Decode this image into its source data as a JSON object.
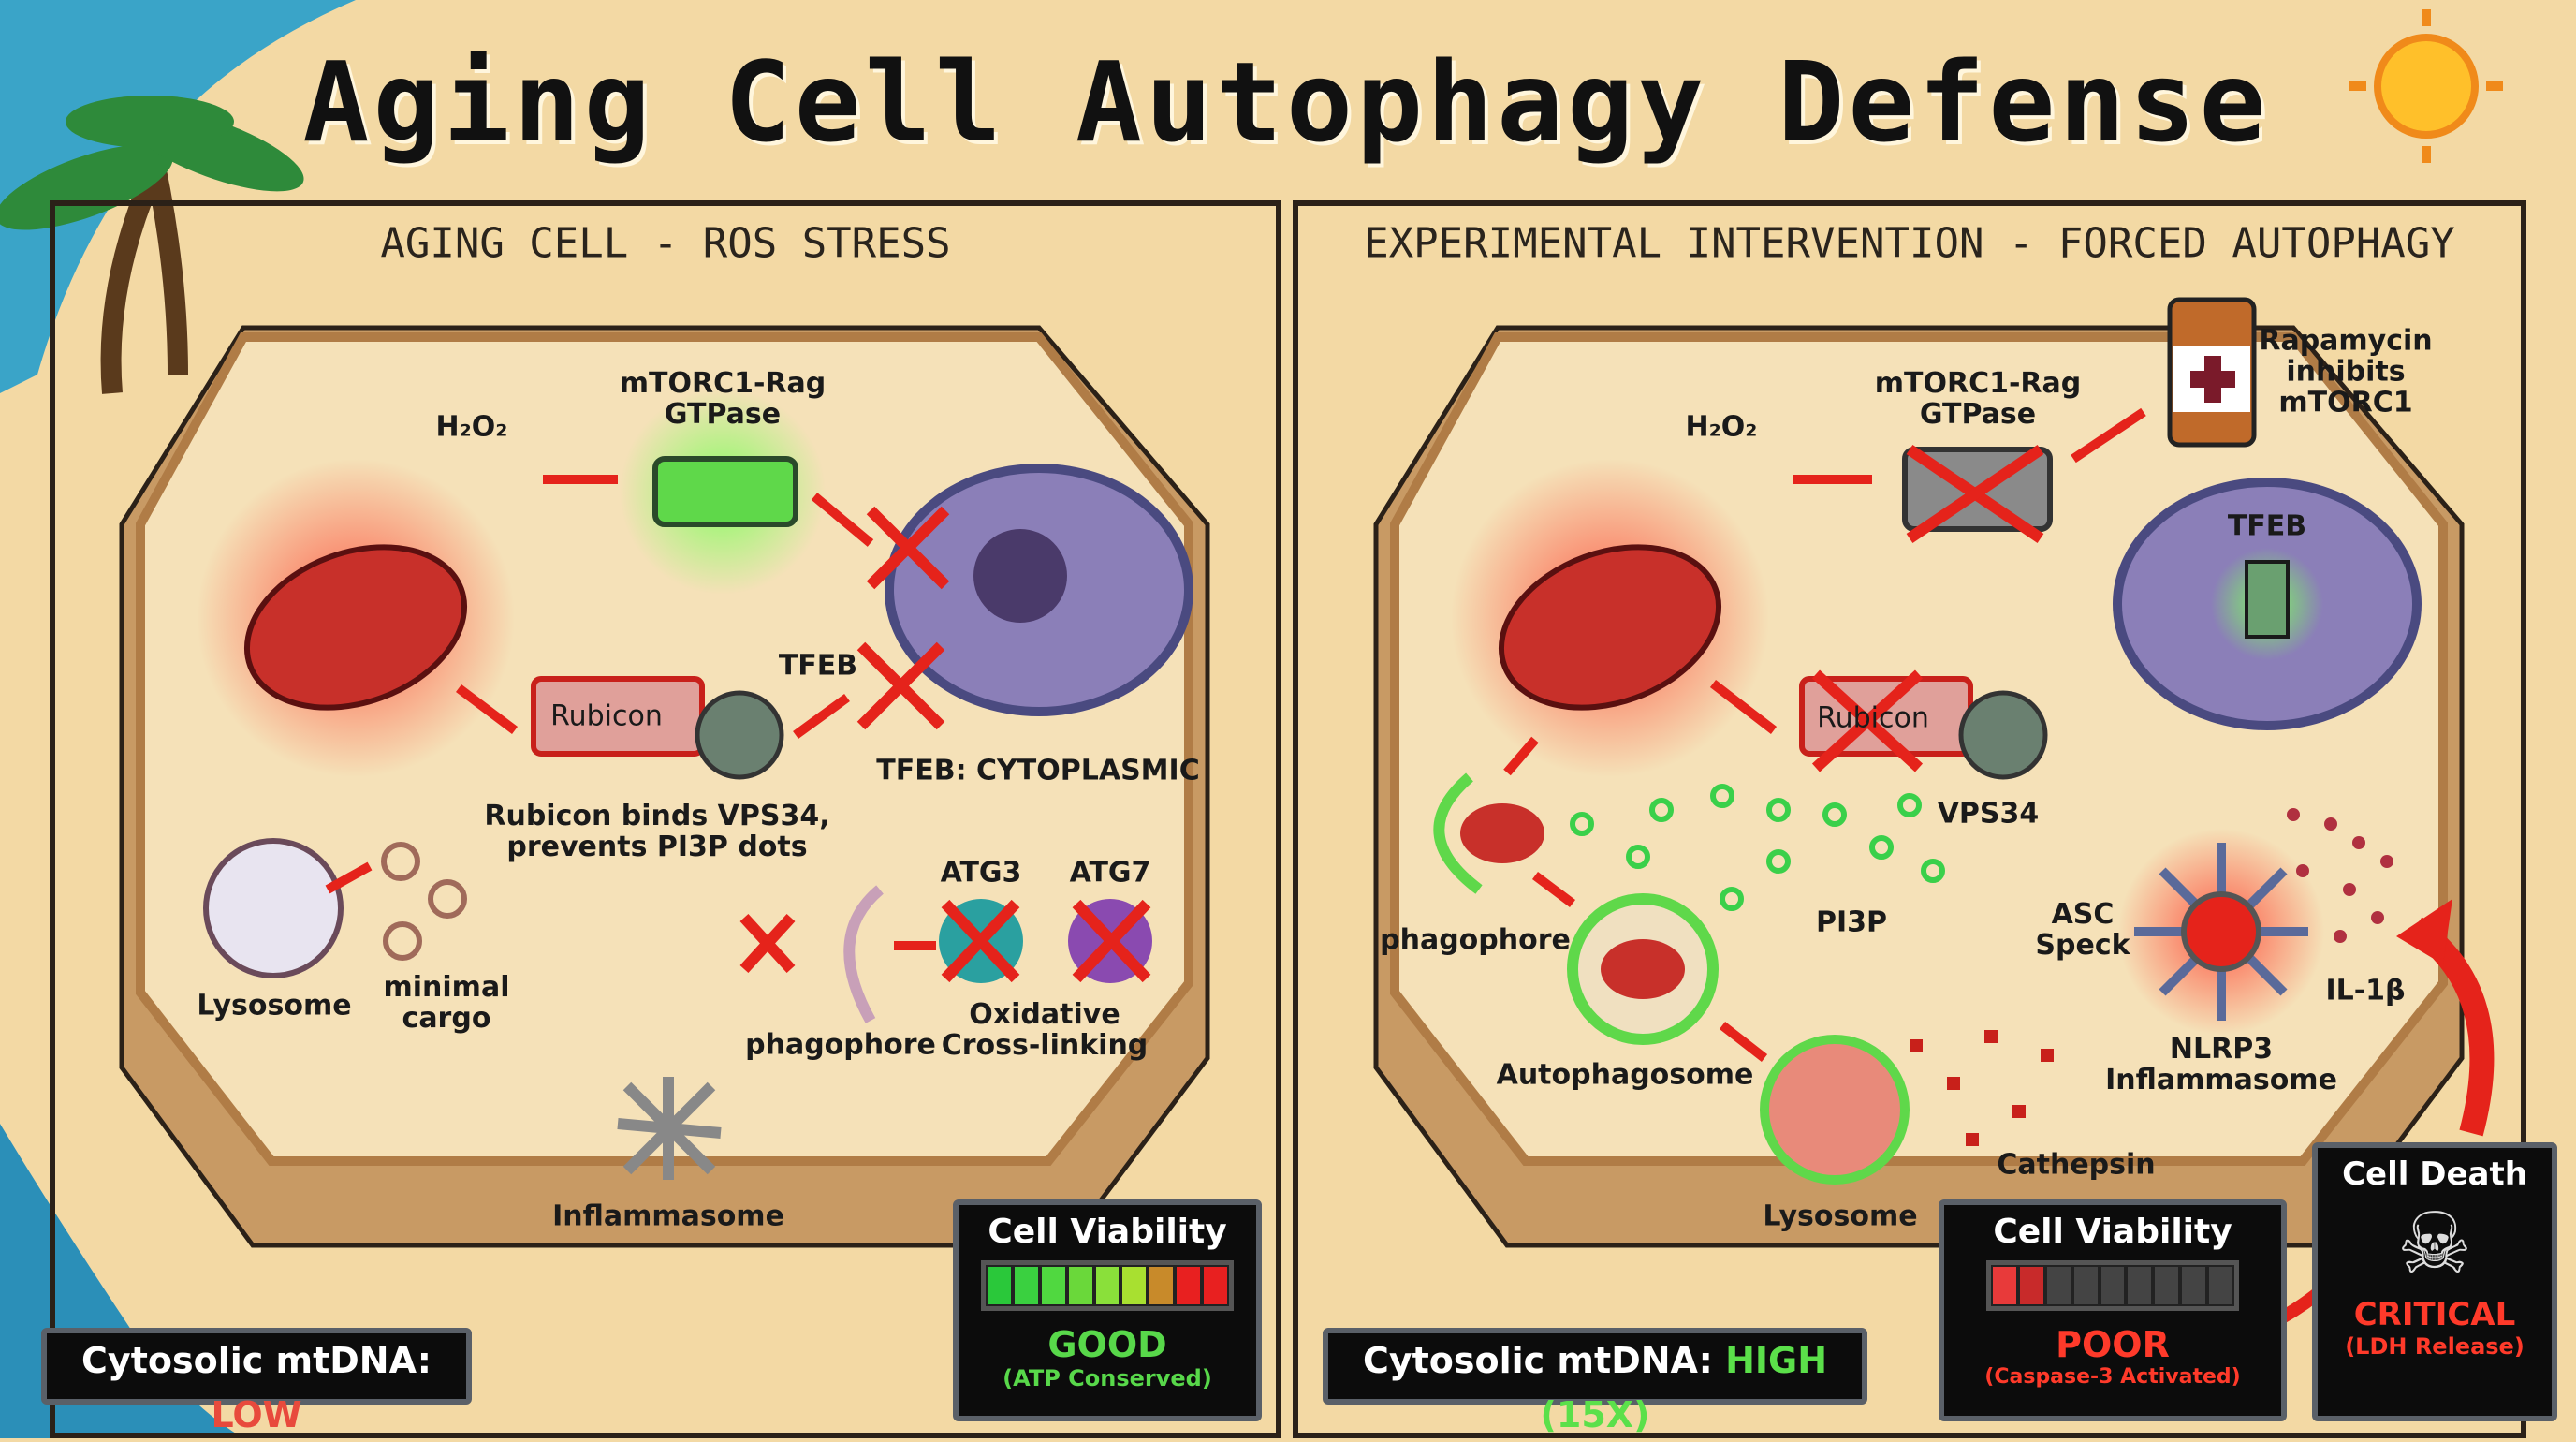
{
  "title": "Aging Cell Autophagy Defense",
  "left_panel": {
    "header": "AGING CELL - ROS STRESS",
    "labels": {
      "h2o2": "H₂O₂",
      "mtorc1": "mTORC1-Rag\nGTPase",
      "tfeb": "TFEB",
      "rubicon": "Rubicon",
      "tfeb_state": "TFEB: CYTOPLASMIC",
      "rubicon_note": "Rubicon binds VPS34,\nprevents PI3P dots",
      "atg3": "ATG3",
      "atg7": "ATG7",
      "lysosome": "Lysosome",
      "minimal_cargo": "minimal\ncargo",
      "phagophore": "phagophore",
      "oxidative": "Oxidative\nCross-linking",
      "inflammasome": "Inflammasome"
    },
    "mtdna": {
      "label": "Cytosolic mtDNA: ",
      "value": "LOW",
      "value_color": "#e84a3c"
    },
    "viability": {
      "title": "Cell Viability",
      "status": "GOOD",
      "detail": "(ATP Conserved)",
      "status_color": "#58d84a",
      "level": 0.9
    }
  },
  "right_panel": {
    "header": "EXPERIMENTAL INTERVENTION - FORCED AUTOPHAGY",
    "labels": {
      "h2o2": "H₂O₂",
      "mtorc1": "mTORC1-Rag\nGTPase",
      "rapamycin": "Rapamycin\ninhibits\nmTORC1",
      "tfeb": "TFEB",
      "rubicon": "Rubicon",
      "vps34": "VPS34",
      "pi3p": "PI3P",
      "phagophore": "phagophore",
      "autophagosome": "Autophagosome",
      "asc_speck": "ASC\nSpeck",
      "il1b": "IL-1β",
      "nlrp3": "NLRP3\nInflammasome",
      "cathepsin": "Cathepsin",
      "lysosome": "Lysosome"
    },
    "mtdna": {
      "label": "Cytosolic mtDNA: ",
      "value": "HIGH (15X)",
      "value_color": "#5be04a"
    },
    "viability": {
      "title": "Cell Viability",
      "status": "POOR",
      "detail": "(Caspase-3 Activated)",
      "status_color": "#ff3a2a",
      "level": 0.15
    },
    "cell_death": {
      "title": "Cell Death",
      "status": "CRITICAL",
      "detail": "(LDH Release)",
      "status_color": "#ff3a2a",
      "icon": "skull-icon"
    }
  },
  "colors": {
    "accent_red": "#e5231b",
    "green_glow": "#5fe84a",
    "nucleus": "#8b7fb8",
    "membrane": "#c89a64"
  }
}
